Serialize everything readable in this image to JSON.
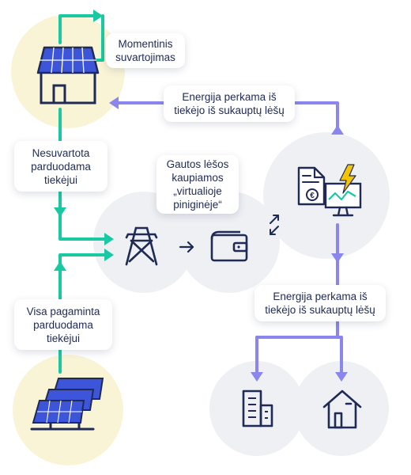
{
  "colors": {
    "teal": "#19c9a2",
    "purple": "#8b86ee",
    "navy": "#1f2a55",
    "solar_blue": "#3d55d9",
    "accent_yellow": "#f5c400",
    "beige_circle": "#faf4d6",
    "grey_circle": "#eef0f4"
  },
  "labels": {
    "momentinis": "Momentinis suvartojimas",
    "nesuvartota": "Nesuvartota parduodama tiekėjui",
    "visa": "Visa pagaminta parduodama tiekėjui",
    "gautos": "Gautos lėšos kaupiamos „virtualioje piniginėje“",
    "energija_top": "Energija perkama iš tiekėjo iš sukauptų lėšų",
    "energija_bottom": "Energija perkama iš tiekėjo iš sukauptų lėšų"
  },
  "icons": [
    "solar-house-icon",
    "power-tower-icon",
    "wallet-icon",
    "supplier-monitor-icon",
    "office-building-icon",
    "home-icon",
    "solar-panels-icon",
    "arrow-right-icon",
    "exchange-arrows-icon"
  ]
}
